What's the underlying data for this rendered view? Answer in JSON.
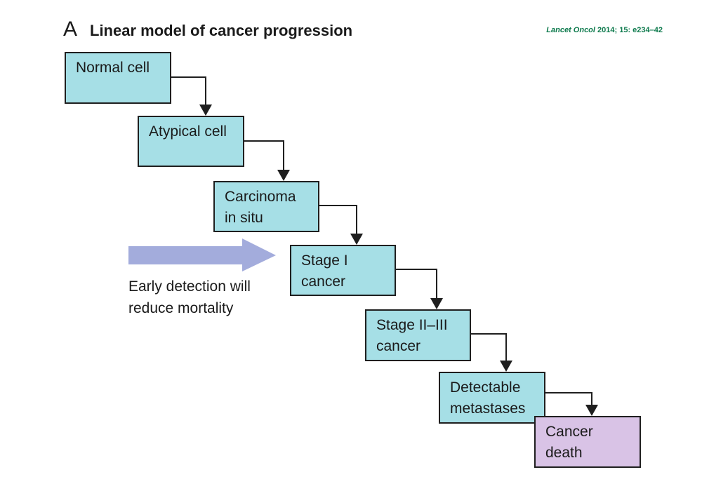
{
  "header": {
    "panel_letter": "A",
    "title": "Linear model of cancer progression",
    "citation_journal": "Lancet Oncol",
    "citation_ref": " 2014; 15: e234–42"
  },
  "stages": [
    {
      "label": "Normal cell"
    },
    {
      "label": "Atypical cell"
    },
    {
      "label": "Carcinoma\nin situ"
    },
    {
      "label": "Stage I\ncancer"
    },
    {
      "label": "Stage II–III\ncancer"
    },
    {
      "label": "Detectable\nmetastases"
    },
    {
      "label": "Cancer\ndeath"
    }
  ],
  "annotation": {
    "label": "Early detection will\nreduce mortality"
  },
  "colors": {
    "stage_fill": "#a6dfe6",
    "terminal_fill": "#d9c3e6",
    "arrow_fill": "#a3acdc",
    "citation": "#0e7a4d"
  }
}
